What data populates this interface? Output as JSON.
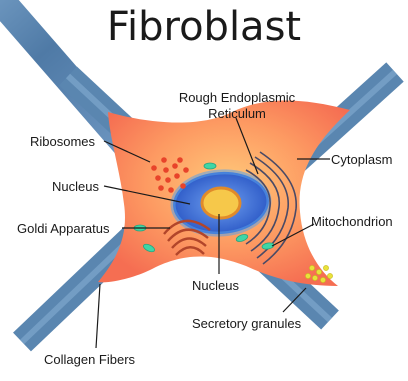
{
  "title": "Fibroblast",
  "labels": {
    "rough_er": "Rough Endoplasmic\nReticulum",
    "ribosomes": "Ribosomes",
    "cytoplasm": "Cytoplasm",
    "nucleus_left": "Nucleus",
    "golgi": "Goldi Apparatus",
    "mitochondrion": "Mitochondrion",
    "nucleus_bottom": "Nucleus",
    "secretory": "Secretory granules",
    "collagen": "Collagen Fibers"
  },
  "colors": {
    "cell_fill": "#fa7a5a",
    "cell_center": "#ffc46a",
    "fiber": "#5a86b0",
    "nucleus_outer": "#3f6fd4",
    "nucleolus": "#f6c84a",
    "ribosome": "#e8432a",
    "mitochondrion": "#3fd6a6",
    "granule": "#e8e23a",
    "text": "#1a1a1a"
  }
}
